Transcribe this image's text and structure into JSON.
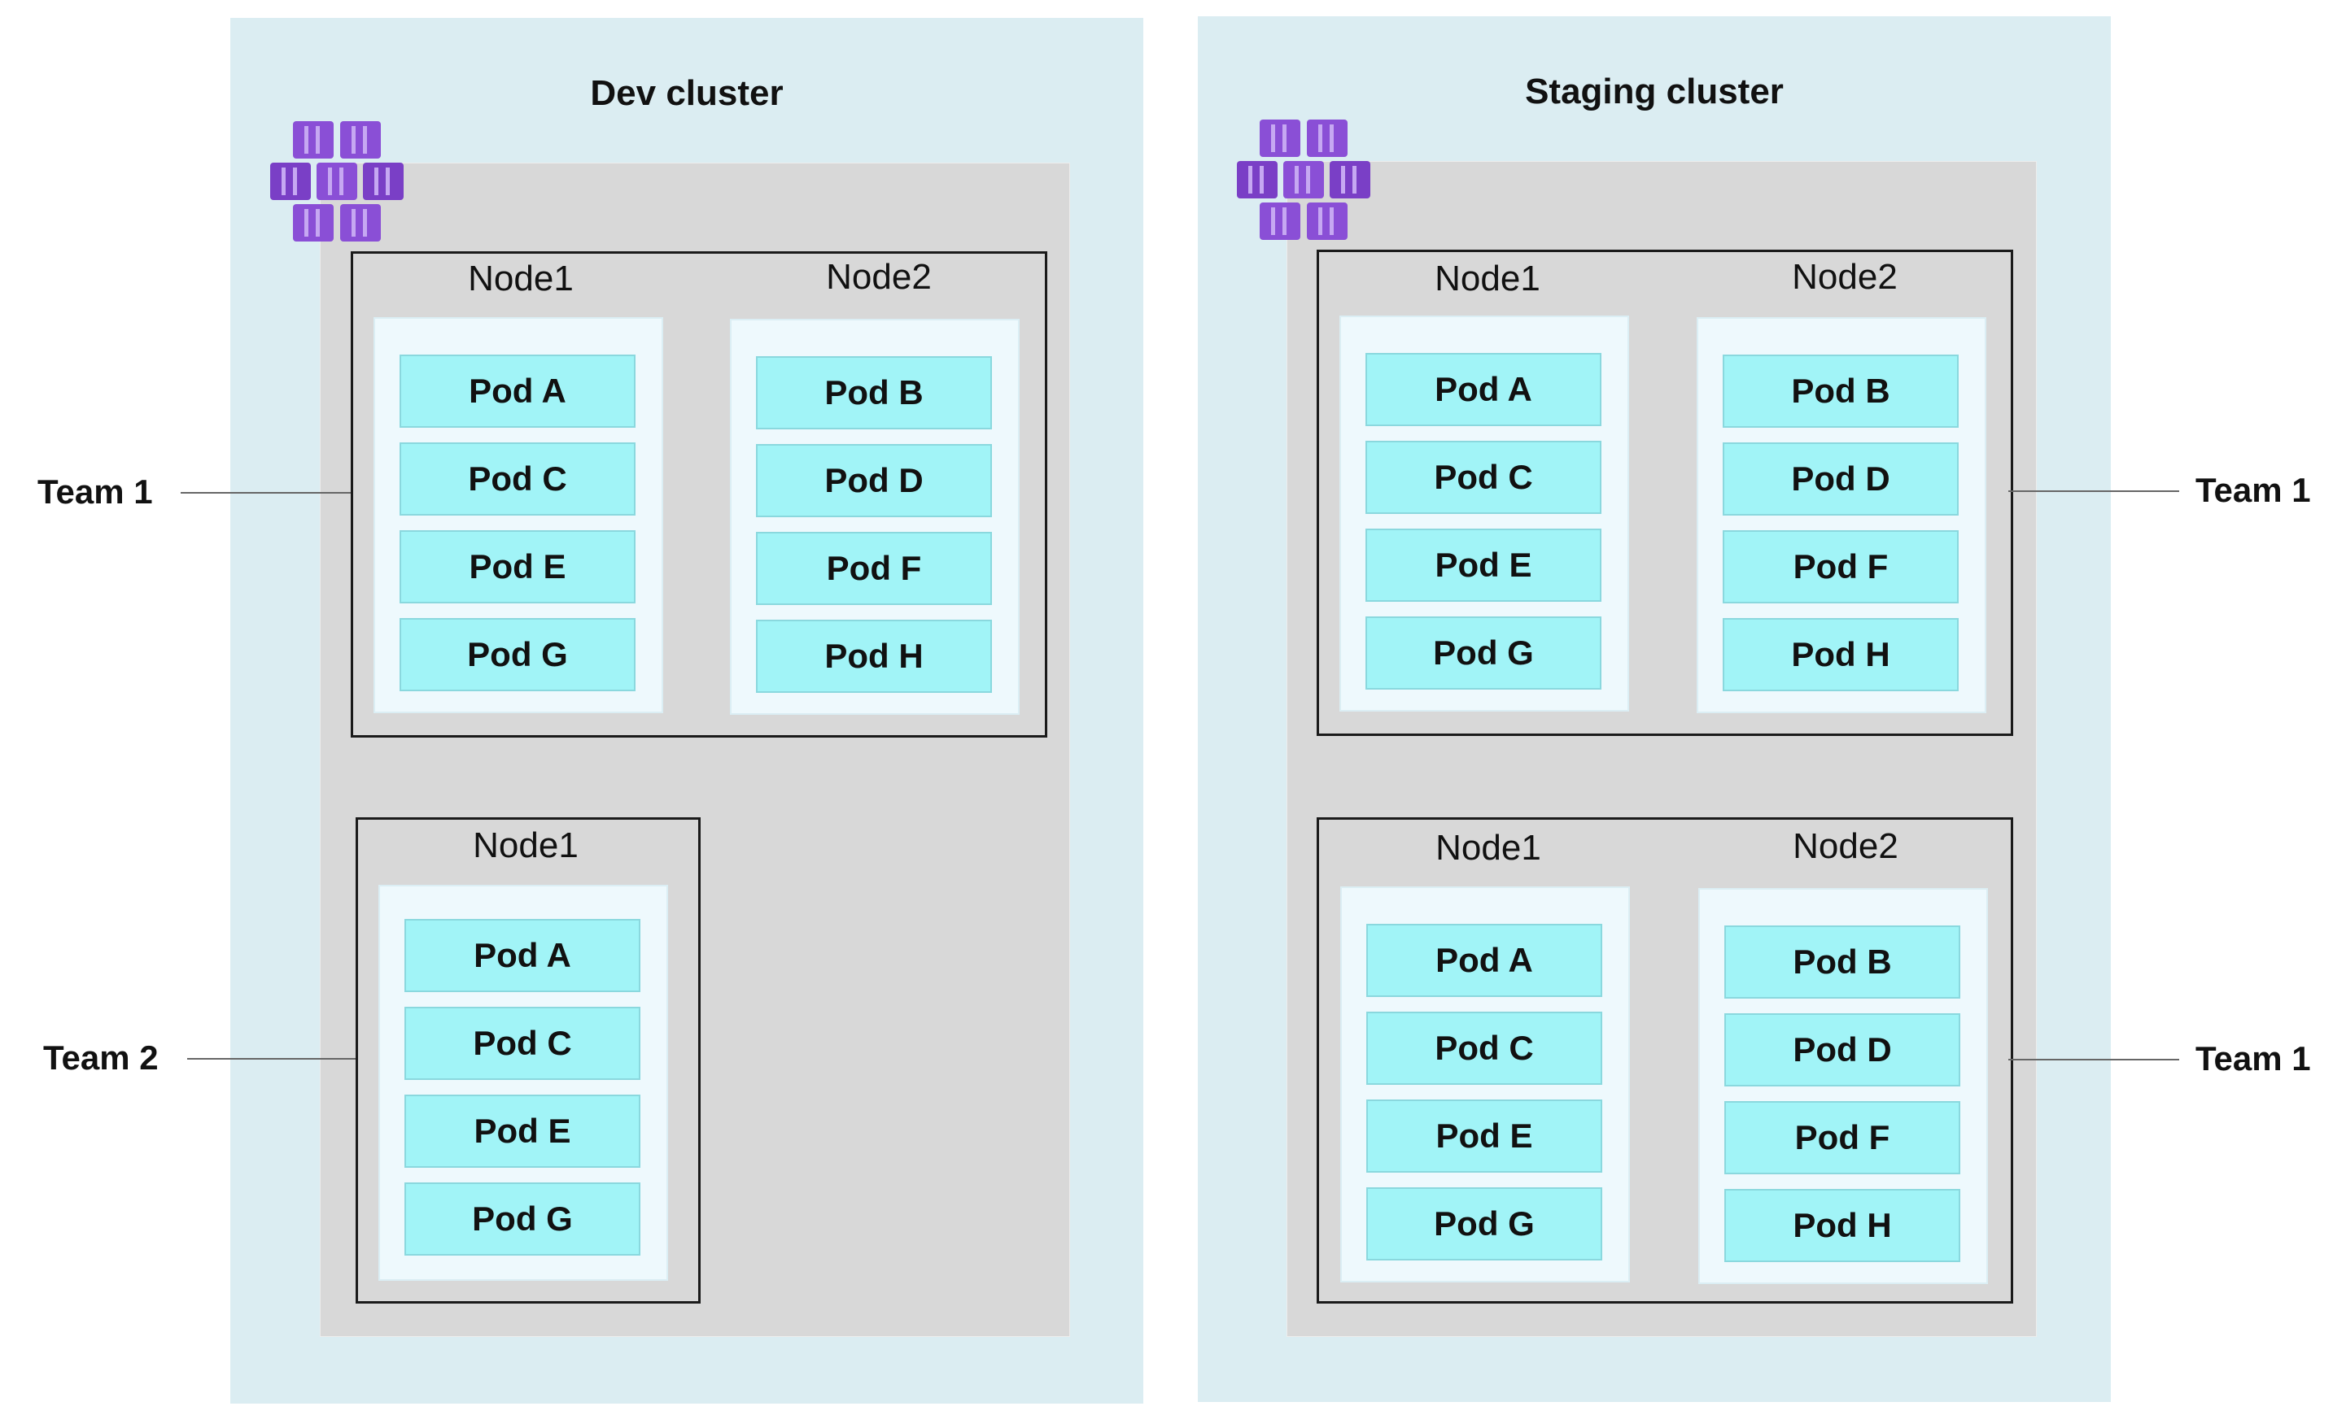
{
  "clusters": {
    "dev": {
      "title": "Dev cluster",
      "group1": {
        "node1": {
          "label": "Node1",
          "pods": [
            "Pod A",
            "Pod C",
            "Pod E",
            "Pod G"
          ]
        },
        "node2": {
          "label": "Node2",
          "pods": [
            "Pod B",
            "Pod D",
            "Pod F",
            "Pod H"
          ]
        },
        "team": "Team 1"
      },
      "group2": {
        "node1": {
          "label": "Node1",
          "pods": [
            "Pod A",
            "Pod C",
            "Pod E",
            "Pod G"
          ]
        },
        "team": "Team 2"
      }
    },
    "staging": {
      "title": "Staging cluster",
      "group1": {
        "node1": {
          "label": "Node1",
          "pods": [
            "Pod A",
            "Pod C",
            "Pod E",
            "Pod G"
          ]
        },
        "node2": {
          "label": "Node2",
          "pods": [
            "Pod B",
            "Pod D",
            "Pod F",
            "Pod H"
          ]
        },
        "team": "Team 1"
      },
      "group2": {
        "node1": {
          "label": "Node1",
          "pods": [
            "Pod A",
            "Pod C",
            "Pod E",
            "Pod G"
          ]
        },
        "node2": {
          "label": "Node2",
          "pods": [
            "Pod B",
            "Pod D",
            "Pod F",
            "Pod H"
          ]
        },
        "team": "Team 1"
      }
    }
  },
  "colors": {
    "cluster_bg": "#dbedf2",
    "inner_bg": "#d8d8d8",
    "node_bg": "#eef9fd",
    "pod_bg": "#a1f4f7",
    "icon_purple": "#8a4fd6"
  },
  "icons": {
    "cluster": "kubernetes-service-icon"
  }
}
